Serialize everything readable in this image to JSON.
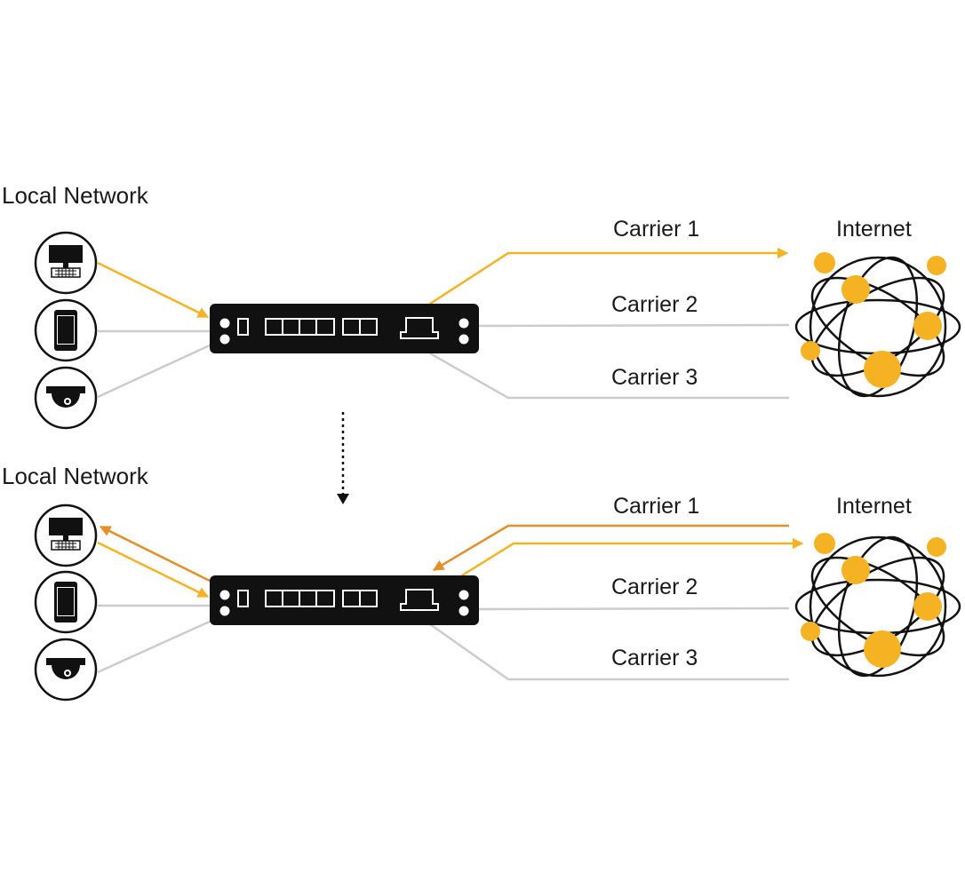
{
  "colors": {
    "active": "#f5b223",
    "return": "#e58e2a",
    "inactive": "#cccccc",
    "device": "#111111",
    "text": "#1a1a1a"
  },
  "panels": [
    {
      "local_network_label": "Local Network",
      "internet_label": "Internet",
      "carriers": [
        "Carrier 1",
        "Carrier 2",
        "Carrier 3"
      ],
      "devices": [
        "computer-icon",
        "phone-icon",
        "camera-icon"
      ]
    },
    {
      "local_network_label": "Local Network",
      "internet_label": "Internet",
      "carriers": [
        "Carrier 1",
        "Carrier 2",
        "Carrier 3"
      ],
      "devices": [
        "computer-icon",
        "phone-icon",
        "camera-icon"
      ]
    }
  ]
}
